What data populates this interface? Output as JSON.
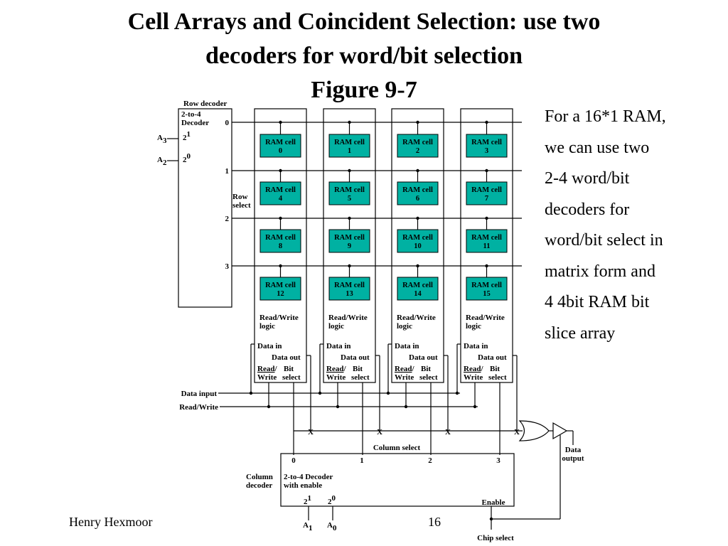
{
  "slide": {
    "title_line1": "Cell Arrays and Coincident Selection: use two",
    "title_line2": "decoders for word/bit selection",
    "title_line3": "Figure 9-7",
    "side_text": [
      "For a 16*1 RAM,",
      "we can use two",
      "2-4 word/bit",
      "decoders for",
      "word/bit select in",
      "matrix form and",
      "4 4bit RAM bit",
      "slice array"
    ],
    "footer_author": "Henry Hexmoor",
    "page_number": "16"
  },
  "diagram": {
    "colors": {
      "cell_fill": "#00B1A2",
      "line": "#000000"
    },
    "row_decoder": {
      "caption": "Row decoder",
      "type_line1": "2-to-4",
      "type_line2": "Decoder",
      "inputs": [
        {
          "addr": "A",
          "addr_sub": "3",
          "weight": "2",
          "weight_exp": "1"
        },
        {
          "addr": "A",
          "addr_sub": "2",
          "weight": "2",
          "weight_exp": "0"
        }
      ],
      "outputs": [
        "0",
        "1",
        "2",
        "3"
      ],
      "row_select_line1": "Row",
      "row_select_line2": "select"
    },
    "cells": [
      "RAM cell|0",
      "RAM cell|1",
      "RAM cell|2",
      "RAM cell|3",
      "RAM cell|4",
      "RAM cell|5",
      "RAM cell|6",
      "RAM cell|7",
      "RAM cell|8",
      "RAM cell|9",
      "RAM cell|10",
      "RAM cell|11",
      "RAM cell|12",
      "RAM cell|13",
      "RAM cell|14",
      "RAM cell|15"
    ],
    "slice": {
      "rw_logic_line1": "Read/Write",
      "rw_logic_line2": "logic",
      "data_in": "Data in",
      "data_out": "Data out",
      "read": "Read",
      "slash": "/",
      "bit": "Bit",
      "write": "Write",
      "select": "select"
    },
    "signals": {
      "data_input": "Data input",
      "read_write": "Read/Write",
      "x_mark": "X",
      "data_output_line1": "Data",
      "data_output_line2": "output"
    },
    "column_decoder": {
      "caption": "Column select",
      "outputs": [
        "0",
        "1",
        "2",
        "3"
      ],
      "label_line1": "Column",
      "label_line2": "decoder",
      "type_line1": "2-to-4 Decoder",
      "type_line2": "with enable",
      "inputs": [
        {
          "addr": "A",
          "addr_sub": "1",
          "weight": "2",
          "weight_exp": "1"
        },
        {
          "addr": "A",
          "addr_sub": "0",
          "weight": "2",
          "weight_exp": "0"
        }
      ],
      "enable": "Enable",
      "chip_select": "Chip select"
    }
  }
}
